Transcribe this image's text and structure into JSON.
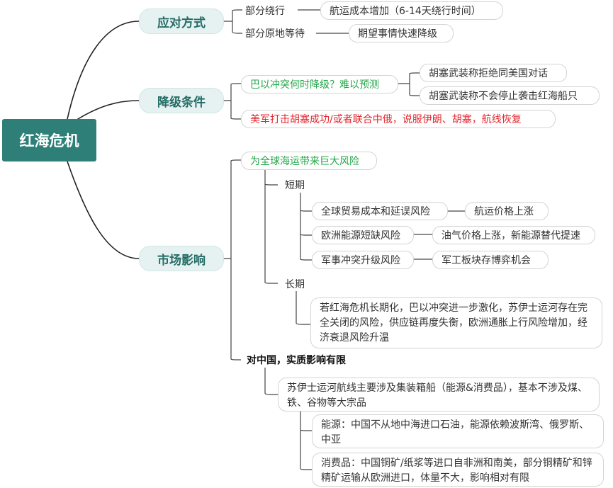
{
  "root": "红海危机",
  "branches": {
    "coping": "应对方式",
    "deescalation": "降级条件",
    "market": "市场影响"
  },
  "coping": {
    "detour": "部分绕行",
    "detour_note": "航运成本增加（6-14天绕行时间）",
    "wait": "部分原地等待",
    "wait_note": "期望事情快速降级"
  },
  "deescalation": {
    "q": "巴以冲突何时降级？难以预测",
    "q_child1": "胡塞武装称拒绝同美国对话",
    "q_child2": "胡塞武装称不会停止袭击红海船只",
    "us": "美军打击胡塞成功/或者联合中俄，说服伊朗、胡塞，航线恢复"
  },
  "market": {
    "global": "为全球海运带来巨大风险",
    "short": "短期",
    "risk1": "全球贸易成本和延误风险",
    "risk1_note": "航运价格上涨",
    "risk2": "欧洲能源短缺风险",
    "risk2_note": "油气价格上涨，新能源替代提速",
    "risk3": "军事冲突升级风险",
    "risk3_note": "军工板块存博弈机会",
    "long": "长期",
    "long_note": "若红海危机长期化，巴以冲突进一步激化，苏伊士运河存在完全关闭的风险，供应链再度失衡，欧洲通胀上行风险增加，经济衰退风险升温",
    "china": "对中国，实质影响有限",
    "china_note": "苏伊士运河航线主要涉及集装箱船（能源&消费品），基本不涉及煤、铁、谷物等大宗品",
    "energy": "能源：中国不从地中海进口石油，能源依赖波斯湾、俄罗斯、中亚",
    "consumer": "消费品：中国铜矿/纸浆等进口自非洲和南美，部分铜精矿和锌精矿运输从欧洲进口，体量不大，影响相对有限"
  },
  "colors": {
    "root_bg": "#2e7f78",
    "branch_bg": "#e6f2f1",
    "branch_text": "#246c66",
    "wire": "#222222",
    "green": "#22a548",
    "red": "#e3262d"
  }
}
